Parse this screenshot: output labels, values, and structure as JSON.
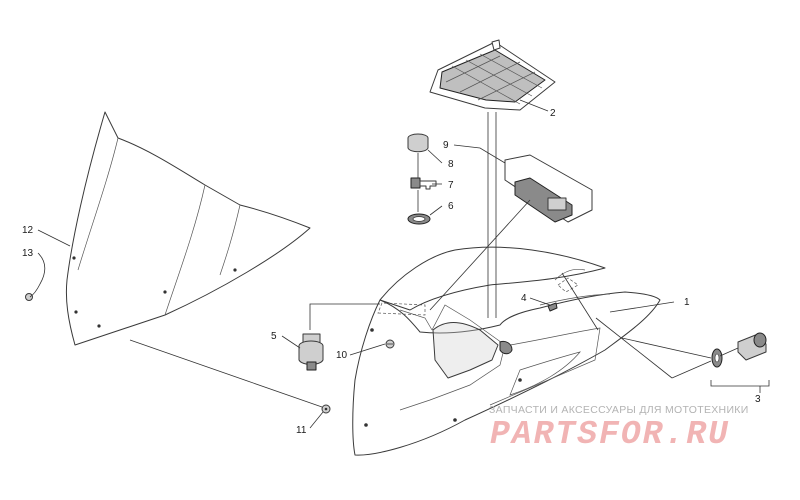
{
  "callouts": [
    "1",
    "2",
    "3",
    "4",
    "5",
    "6",
    "7",
    "8",
    "9",
    "10",
    "11",
    "12",
    "13"
  ],
  "watermark": {
    "tagline": "ЗАПЧАСТИ И АКСЕССУАРЫ ДЛЯ МОТОТЕХНИКИ",
    "logo": "PARTSFOR.RU"
  }
}
